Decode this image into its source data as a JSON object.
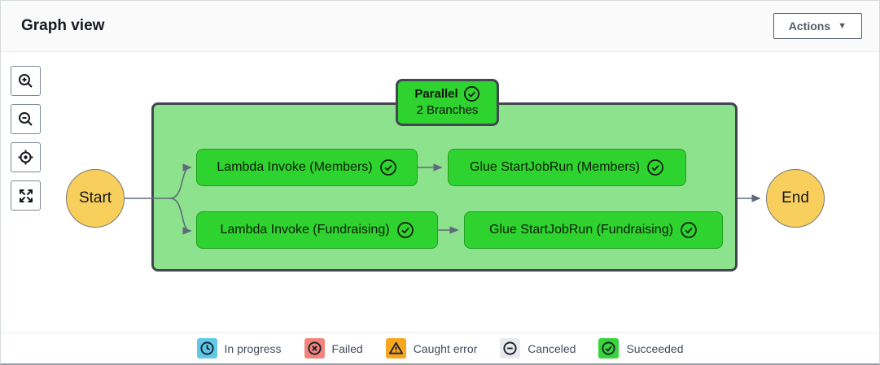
{
  "header": {
    "title": "Graph view",
    "actions_label": "Actions",
    "caret": "▼"
  },
  "toolbar": {
    "buttons": [
      {
        "name": "zoom-in"
      },
      {
        "name": "zoom-out"
      },
      {
        "name": "center-graph"
      },
      {
        "name": "fit-to-window"
      }
    ]
  },
  "graph": {
    "start_label": "Start",
    "end_label": "End",
    "parallel": {
      "title": "Parallel",
      "branches": "2 Branches",
      "status": "succeeded"
    },
    "nodes": [
      {
        "label": "Lambda Invoke (Members)",
        "status": "succeeded"
      },
      {
        "label": "Glue StartJobRun (Members)",
        "status": "succeeded"
      },
      {
        "label": "Lambda Invoke (Fundraising)",
        "status": "succeeded"
      },
      {
        "label": "Glue StartJobRun (Fundraising)",
        "status": "succeeded"
      }
    ]
  },
  "legend": {
    "items": [
      {
        "label": "In progress",
        "icon": "clock-icon",
        "color": "#5fc9e7"
      },
      {
        "label": "Failed",
        "icon": "x-circle-icon",
        "color": "#f2847c"
      },
      {
        "label": "Caught error",
        "icon": "warning-triangle-icon",
        "color": "#f9a61f"
      },
      {
        "label": "Canceled",
        "icon": "minus-circle-icon",
        "color": "#e7e9eb"
      },
      {
        "label": "Succeeded",
        "icon": "check-circle-icon",
        "color": "#38d439"
      }
    ]
  },
  "colors": {
    "node_green": "#2fd32f",
    "container_green": "#8de28d",
    "dark_border": "#424650",
    "terminal_yellow": "#f8ce5d",
    "edge_gray": "#5f6b7a"
  }
}
